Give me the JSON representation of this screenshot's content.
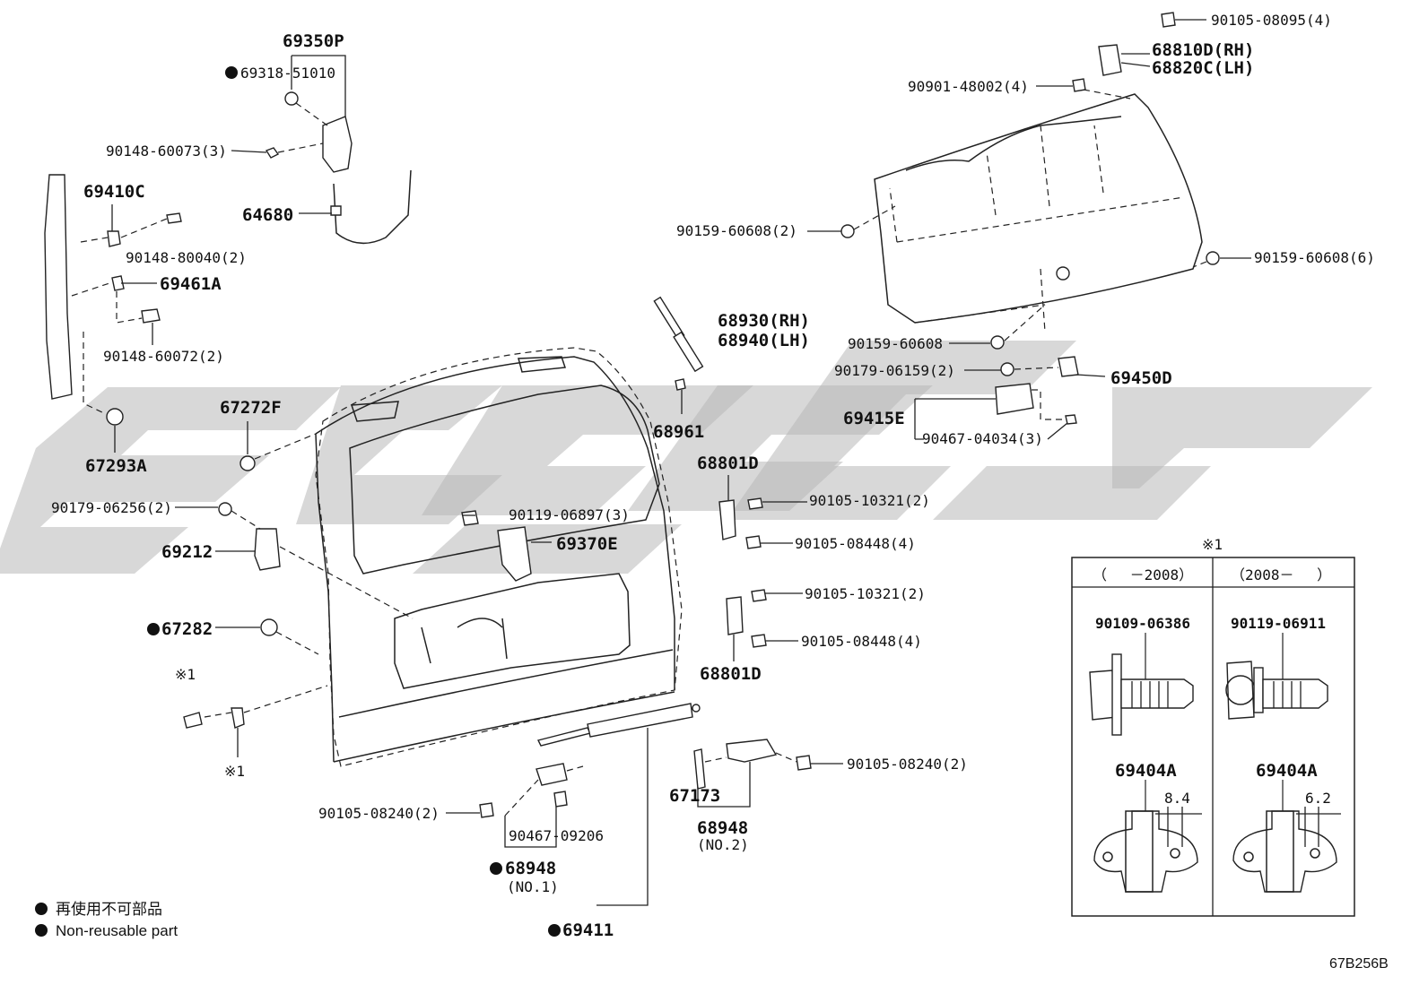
{
  "diagram_code": "67B256B",
  "legend": {
    "ja": "再使用不可部品",
    "en": "Non-reusable part"
  },
  "inset": {
    "mark": "※1",
    "col1_header": "（　 －2008）",
    "col2_header": "（2008－　 ）",
    "col1_bolt": "90109-06386",
    "col2_bolt": "90119-06911",
    "col1_plate": "69404A",
    "col2_plate": "69404A",
    "col1_dim": "8.4",
    "col2_dim": "6.2"
  },
  "labels": {
    "p69350P": "69350P",
    "p69318": "69318-51010",
    "p90148_60073": "90148-60073(3)",
    "p64680": "64680",
    "p69410C": "69410C",
    "p90148_80040": "90148-80040(2)",
    "p69461A": "69461A",
    "p90148_60072": "90148-60072(2)",
    "p67293A": "67293A",
    "p67272F": "67272F",
    "p90179_06256": "90179-06256(2)",
    "p69212": "69212",
    "p67282": "67282",
    "p_note1a": "※1",
    "p_note1b": "※1",
    "p90105_08240a": "90105-08240(2)",
    "p90467_09206": "90467-09206",
    "p68948a": "68948",
    "p68948a_sub": "(NO.1)",
    "p69411": "69411",
    "p90119_06897": "90119-06897(3)",
    "p69370E": "69370E",
    "p68930": "68930(RH)",
    "p68940": "68940(LH)",
    "p68961": "68961",
    "p68801D_a": "68801D",
    "p90105_10321a": "90105-10321(2)",
    "p90105_08448a": "90105-08448(4)",
    "p90105_10321b": "90105-10321(2)",
    "p90105_08448b": "90105-08448(4)",
    "p68801D_b": "68801D",
    "p67173": "67173",
    "p68948b": "68948",
    "p68948b_sub": "(NO.2)",
    "p90105_08240b": "90105-08240(2)",
    "p90105_08095": "90105-08095(4)",
    "p68810D": "68810D(RH)",
    "p68820C": "68820C(LH)",
    "p90901_48002": "90901-48002(4)",
    "p90159_60608a": "90159-60608(2)",
    "p90159_60608b": "90159-60608(6)",
    "p90159_60608c": "90159-60608",
    "p90179_06159": "90179-06159(2)",
    "p69450D": "69450D",
    "p69415E": "69415E",
    "p90467_04034": "90467-04034(3)"
  }
}
